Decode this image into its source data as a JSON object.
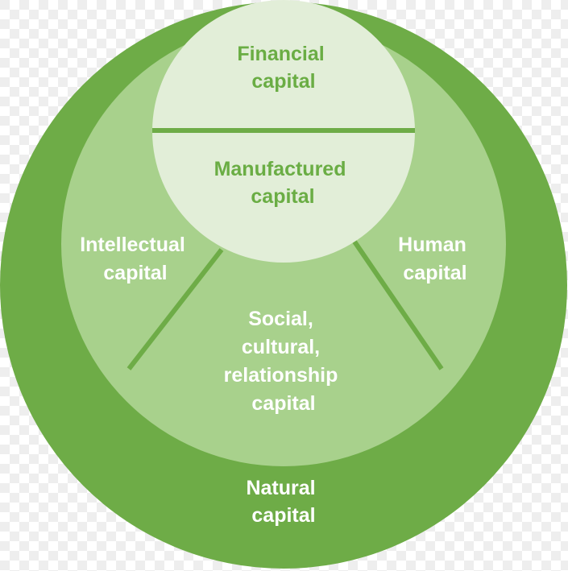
{
  "colors": {
    "natural": "#6eac47",
    "middle_ring": "#a8d18c",
    "inner_circle": "#e2eed8",
    "divider": "#6eac47",
    "text_light": "#ffffff",
    "text_green": "#6aad44"
  },
  "labels": {
    "financial": [
      "Financial",
      "capital"
    ],
    "manufactured": [
      "Manufactured",
      "capital"
    ],
    "intellectual": [
      "Intellectual",
      "capital"
    ],
    "human": [
      "Human",
      "capital"
    ],
    "social": [
      "Social,",
      "cultural,",
      "relationship",
      "capital"
    ],
    "natural": [
      "Natural",
      "capital"
    ]
  }
}
